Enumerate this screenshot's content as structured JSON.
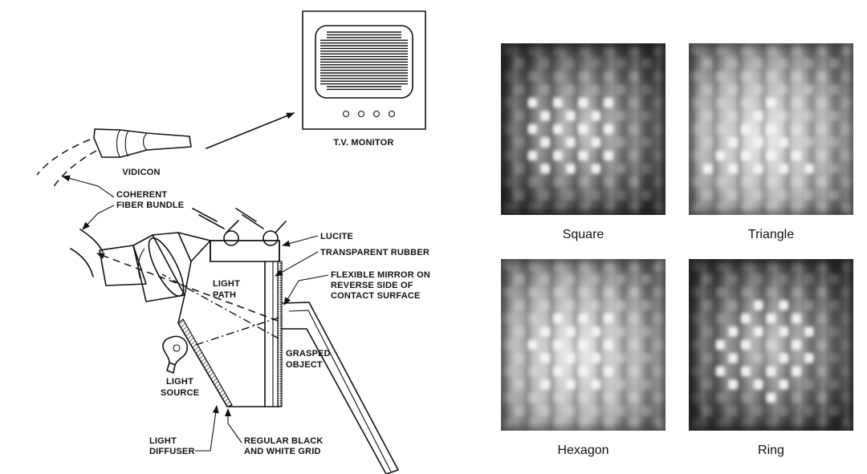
{
  "diagram": {
    "labels": {
      "tv_monitor": "T.V. MONITOR",
      "vidicon": "VIDICON",
      "fiber_1": "COHERENT",
      "fiber_2": "FIBER BUNDLE",
      "lucite": "LUCITE",
      "rubber": "TRANSPARENT RUBBER",
      "mirror_1": "FLEXIBLE MIRROR ON",
      "mirror_2": "REVERSE SIDE OF",
      "mirror_3": "CONTACT SURFACE",
      "path_1": "LIGHT",
      "path_2": "PATH",
      "object_1": "GRASPED",
      "object_2": "OBJECT",
      "source_1": "LIGHT",
      "source_2": "SOURCE",
      "diffuser_1": "LIGHT",
      "diffuser_2": "DIFFUSER",
      "grid_1": "REGULAR BLACK",
      "grid_2": "AND WHITE GRID"
    }
  },
  "images": [
    {
      "caption": "Square",
      "shape": "square",
      "tone": "dark"
    },
    {
      "caption": "Triangle",
      "shape": "triangle",
      "tone": "light"
    },
    {
      "caption": "Hexagon",
      "shape": "hexagon",
      "tone": "light"
    },
    {
      "caption": "Ring",
      "shape": "ring",
      "tone": "dark"
    }
  ]
}
